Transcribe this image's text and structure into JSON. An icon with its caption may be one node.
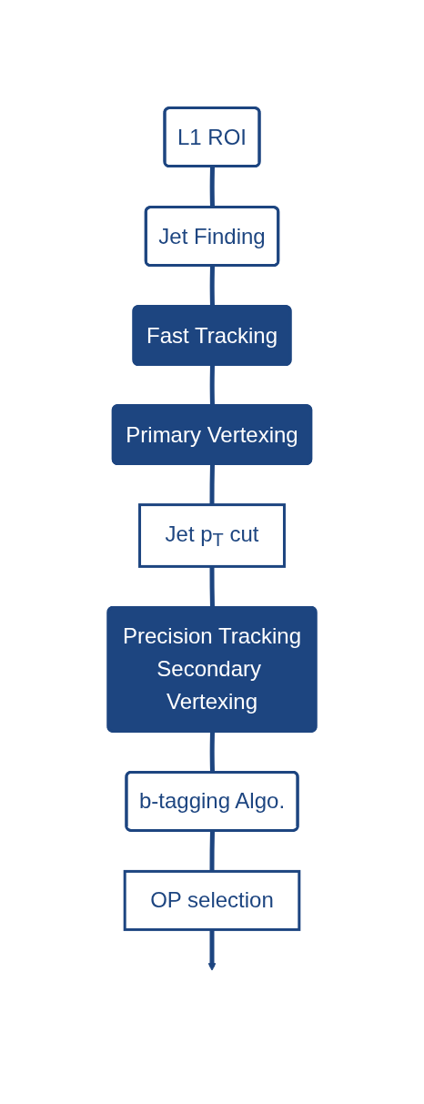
{
  "diagram": {
    "nodes": [
      {
        "text": [
          "L1 ROI"
        ]
      },
      {
        "text": [
          "Jet Finding"
        ]
      },
      {
        "text": [
          "Fast Tracking"
        ]
      },
      {
        "text": [
          "Primary Vertexing"
        ]
      },
      {
        "text": [
          "Jet p$_{T}$ cut"
        ]
      },
      {
        "text": [
          "Precision Tracking",
          "Secondary Vertexing"
        ]
      },
      {
        "text": [
          "b-tagging Algo."
        ]
      },
      {
        "text": [
          "OP selection"
        ]
      }
    ],
    "edges": [
      {
        "from": 0,
        "to": 1,
        "arrow": "none"
      },
      {
        "from": 1,
        "to": 2,
        "arrow": "none"
      },
      {
        "from": 2,
        "to": 3,
        "arrow": "none"
      },
      {
        "from": 3,
        "to": 4,
        "arrow": "none"
      },
      {
        "from": 4,
        "to": 5,
        "arrow": "none"
      },
      {
        "from": 5,
        "to": 6,
        "arrow": "none"
      },
      {
        "from": 6,
        "to": 7,
        "arrow": "none"
      },
      {
        "from": 7,
        "to": null,
        "arrow": "to"
      }
    ]
  }
}
